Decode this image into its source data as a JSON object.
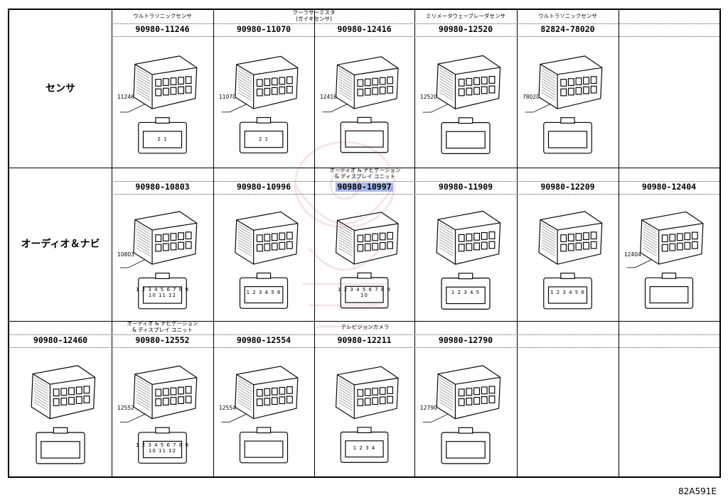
{
  "rows": [
    {
      "label": "センサ",
      "groups": [
        {
          "col_start": 1,
          "span": 1,
          "text": "ウルトラソニックセンサ"
        },
        {
          "col_start": 2,
          "span": 2,
          "text": "クーラサーミスタ\n(ガイキセンサ)"
        },
        {
          "col_start": 4,
          "span": 1,
          "text": "ミリメータウェーブレーダセンサ"
        },
        {
          "col_start": 5,
          "span": 1,
          "text": "ウルトラソニックセンサ"
        },
        {
          "col_start": 6,
          "span": 1,
          "text": ""
        }
      ],
      "parts": [
        {
          "col": 1,
          "pn": "90980-11246",
          "callout": "11246",
          "pins": "2 1"
        },
        {
          "col": 2,
          "pn": "90980-11070",
          "callout": "11070",
          "pins": "2 1"
        },
        {
          "col": 3,
          "pn": "90980-12416",
          "callout": "12416",
          "pins": ""
        },
        {
          "col": 4,
          "pn": "90980-12520",
          "callout": "12520",
          "pins": ""
        },
        {
          "col": 5,
          "pn": "82824-78020",
          "callout": "78020",
          "pins": ""
        }
      ]
    },
    {
      "label": "オーディオ＆ナビ",
      "groups": [
        {
          "col_start": 1,
          "span": 5,
          "text": "オーディオ & ナビゲーション\n& ディスプレイ ユニット"
        }
      ],
      "parts": [
        {
          "col": 1,
          "pn": "90980-10803",
          "callout": "10803",
          "pins": "1 2 3 4 5 6 7 8 9 10 11 12"
        },
        {
          "col": 2,
          "pn": "90980-10996",
          "callout": "",
          "pins": "1 2 3 4 5 6"
        },
        {
          "col": 3,
          "pn": "90980-10997",
          "callout": "",
          "pins": "1 2 3 4 5 6 7 8 9 10",
          "highlight": true
        },
        {
          "col": 4,
          "pn": "90980-11909",
          "callout": "",
          "pins": "1 2 3 4 5"
        },
        {
          "col": 5,
          "pn": "90980-12209",
          "callout": "",
          "pins": "1 2 3 4 5 6"
        },
        {
          "col": 6,
          "pn": "90980-12404",
          "callout": "12404",
          "pins": ""
        }
      ]
    },
    {
      "label": "",
      "groups": [
        {
          "col_start": 1,
          "span": 1,
          "text": "オーディオ & ナビゲーション\n& ディスプレイ ユニット"
        },
        {
          "col_start": 2,
          "span": 3,
          "text": "テレビジョンカメラ"
        },
        {
          "col_start": 5,
          "span": 1,
          "text": ""
        },
        {
          "col_start": 6,
          "span": 1,
          "text": ""
        }
      ],
      "parts": [
        {
          "col": 0,
          "pn": "90980-12460",
          "callout": "",
          "pins": ""
        },
        {
          "col": 1,
          "pn": "90980-12552",
          "callout": "12552",
          "pins": "1 2 3 4 5 6 7 8 9 10 11 12"
        },
        {
          "col": 2,
          "pn": "90980-12554",
          "callout": "12554",
          "pins": ""
        },
        {
          "col": 3,
          "pn": "90980-12211",
          "callout": "",
          "pins": "1 2 3 4"
        },
        {
          "col": 4,
          "pn": "90980-12790",
          "callout": "12790",
          "pins": ""
        }
      ]
    }
  ],
  "diagram_code": "82A591E"
}
